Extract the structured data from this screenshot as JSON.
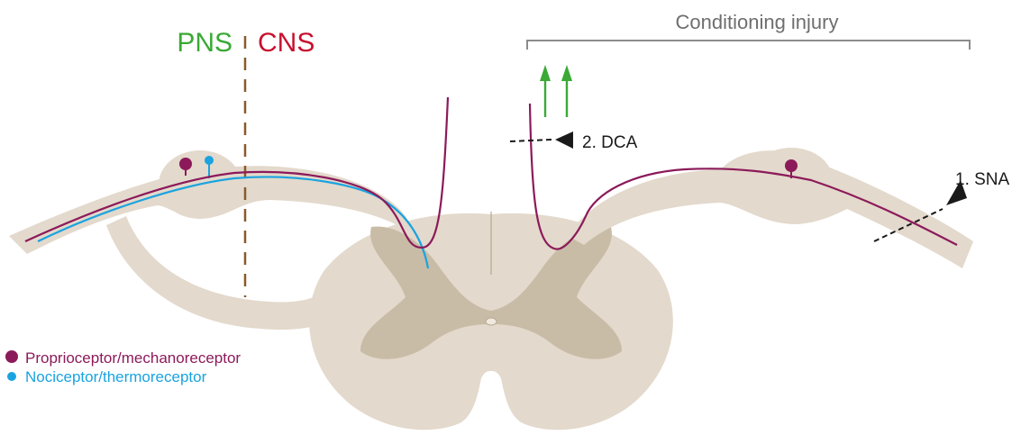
{
  "labels": {
    "pns": "PNS",
    "cns": "CNS",
    "conditioning_injury": "Conditioning injury",
    "dca": "2. DCA",
    "sna": "1. SNA"
  },
  "legend": [
    {
      "label": "Proprioceptor/mechanoreceptor",
      "color": "#8c1a5a"
    },
    {
      "label": "Nociceptor/thermoreceptor",
      "color": "#1aa3e0"
    }
  ],
  "colors": {
    "pns": "#3aa935",
    "cns": "#c8102e",
    "tissue": "#e3d9cc",
    "grey_matter": "#c9bca6",
    "proprioceptor": "#8c1a5a",
    "nociceptor": "#1aa3e0",
    "boundary": "#8a5a2b",
    "arrow": "#3aa935",
    "bracket": "#8c8c8c",
    "pointer": "#1a1a1a"
  }
}
